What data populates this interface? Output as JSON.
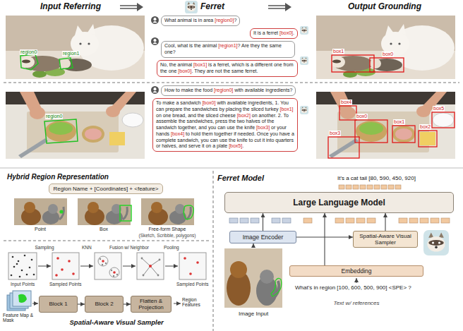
{
  "diagram": {
    "nodes": [
      {
        "text": [
          "What animal is in area [region0]?"
        ]
      },
      {
        "text": [
          "It is a ferret [box0]."
        ]
      },
      {
        "text": [
          "Cool, what is the animal [region1]? Are they the same one?"
        ]
      },
      {
        "text": [
          "No, the animal [box1] is a ferret, which is a different one from the one [box0]. They are not the same ferret."
        ]
      },
      {
        "text": [
          "How to make the food [region0] with available ingredients?"
        ]
      },
      {
        "text": [
          "To make a sandwich [box0] with available ingredients, 1. You can prepare the sandwiches by placing the sliced turkey [box1] on one bread, and the sliced cheese [box2] on another. 2. To assemble the sandwiches, press the two halves of the sandwich together, and you can use the knife [box3] or your hands [box4] to hold them together if needed. Once you have a complete sandwich, you can use the knife to cut it into quarters or halves, and serve it on a plate [box5]."
        ]
      },
      {
        "text": [
          "Region Name + [Coordinates] + <feature>"
        ]
      },
      {
        "text": [
          "Block 1"
        ]
      },
      {
        "text": [
          "Block 2"
        ]
      },
      {
        "text": [
          "Flatten & Projection"
        ]
      },
      {
        "text": [
          "Large Language Model"
        ]
      },
      {
        "text": [
          "Image Encoder"
        ]
      },
      {
        "text": [
          "Spatial-Aware Visual Sampler"
        ]
      },
      {
        "text": [
          "Embedding"
        ]
      }
    ],
    "edges": [
      {
        "from": 11,
        "to": 10,
        "arrow": "to"
      },
      {
        "from": 12,
        "to": 10,
        "arrow": "to"
      },
      {
        "from": 13,
        "to": 10,
        "arrow": "to"
      },
      {
        "from": 11,
        "to": 12,
        "arrow": "to"
      },
      {
        "from": 7,
        "to": 8,
        "arrow": "to"
      },
      {
        "from": 8,
        "to": 9,
        "arrow": "to"
      }
    ],
    "labels": [
      "Input Referring",
      "Ferret",
      "Output Grounding",
      "region0",
      "region1",
      "box1",
      "box0",
      "region0",
      "box0",
      "box1",
      "box2",
      "box3",
      "box4",
      "box5",
      "Hybrid Region Representation",
      "Point",
      "Box",
      "Free-form Shape",
      "(Sketch, Scribble, polygons)",
      "Sampling",
      "KNN",
      "Fusion w/ Neighbor",
      "Pooling",
      "Input Points",
      "Sampled Points",
      "Sampled Points",
      "Feature Map & Mask",
      "Region Features",
      "Spatial-Aware Visual Sampler",
      "Ferret Model",
      "It's a cat tail [80, 590, 450, 920]",
      "Image Input",
      "What's in region [100, 600, 500, 900] <SPE> ?",
      "Text w/ references"
    ]
  }
}
